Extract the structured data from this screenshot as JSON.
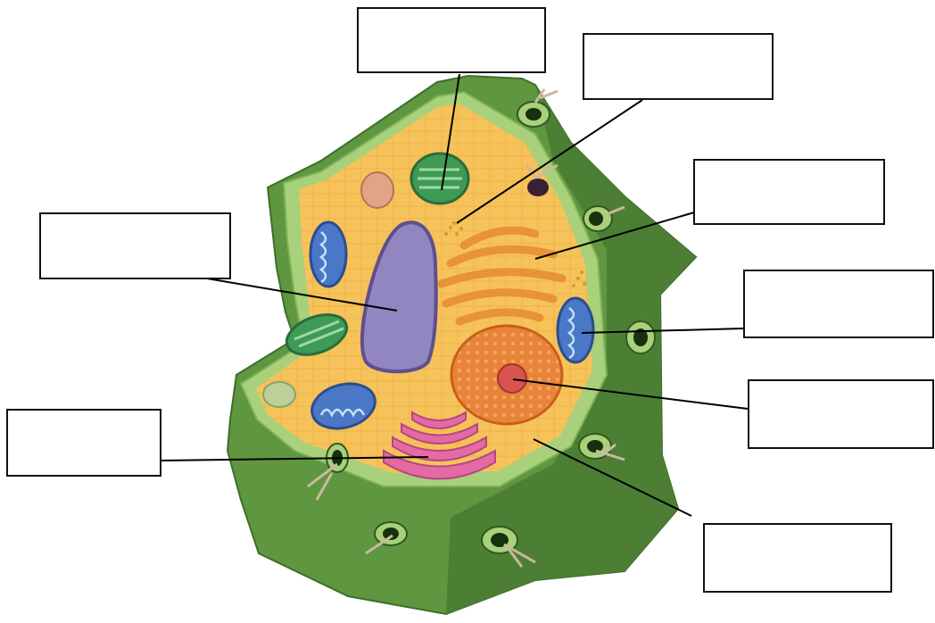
{
  "diagram": {
    "labels": [
      {
        "id": "chloroplast-top",
        "text": ""
      },
      {
        "id": "ribosomes",
        "text": ""
      },
      {
        "id": "rough-er",
        "text": ""
      },
      {
        "id": "vacuole",
        "text": ""
      },
      {
        "id": "mitochondrion-right",
        "text": ""
      },
      {
        "id": "nucleus",
        "text": ""
      },
      {
        "id": "golgi",
        "text": ""
      },
      {
        "id": "cytoplasm",
        "text": ""
      }
    ]
  },
  "colors": {
    "cell_wall": "#5f9640",
    "cell_wall_dark": "#4c7f33",
    "membrane": "#a9d07a",
    "cytoplasm": "#f6c35b",
    "vacuole": "#9286c0",
    "mitochondria": "#4a78c7",
    "chloroplast": "#3f9a55",
    "golgi": "#e46aa5",
    "nucleus": "#e57b2c",
    "er": "#e8923a"
  }
}
